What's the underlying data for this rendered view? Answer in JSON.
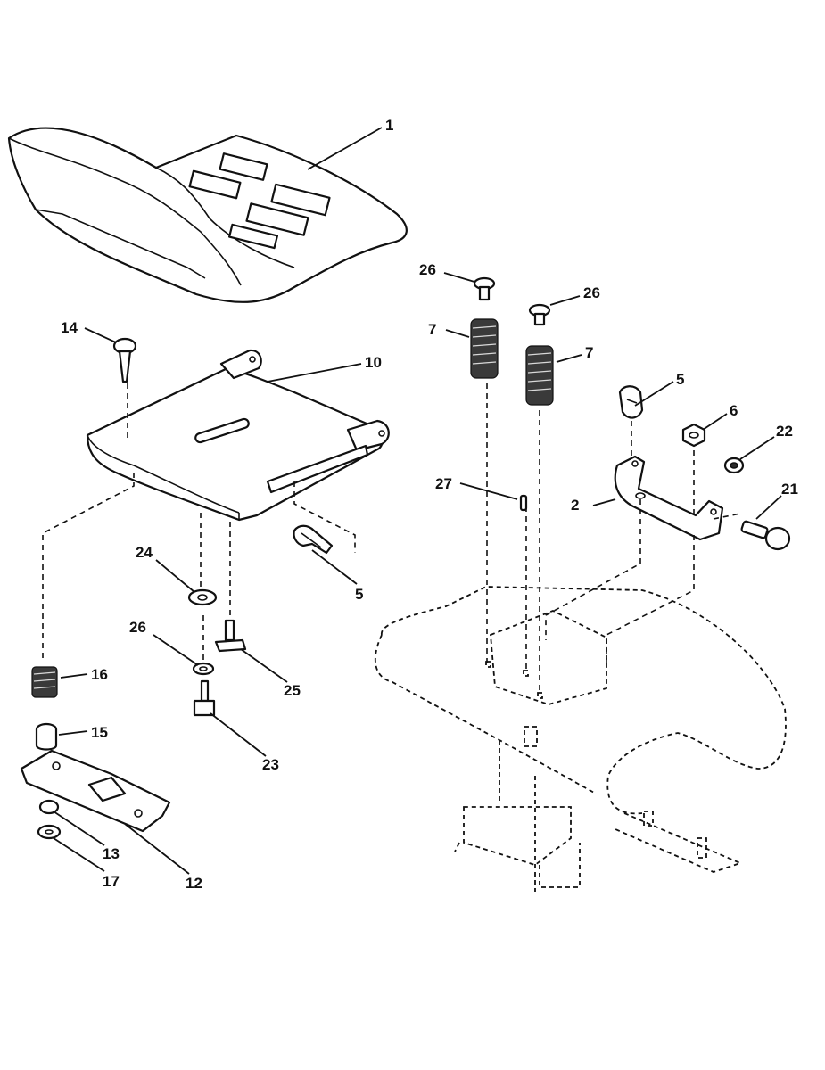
{
  "callouts": {
    "c1": "1",
    "c2": "2",
    "c5a": "5",
    "c5b": "5",
    "c6": "6",
    "c7a": "7",
    "c7b": "7",
    "c10": "10",
    "c12": "12",
    "c13": "13",
    "c14": "14",
    "c15": "15",
    "c16": "16",
    "c17": "17",
    "c21": "21",
    "c22": "22",
    "c23": "23",
    "c24": "24",
    "c25": "25",
    "c26a": "26",
    "c26b": "26",
    "c26c": "26",
    "c27": "27"
  }
}
